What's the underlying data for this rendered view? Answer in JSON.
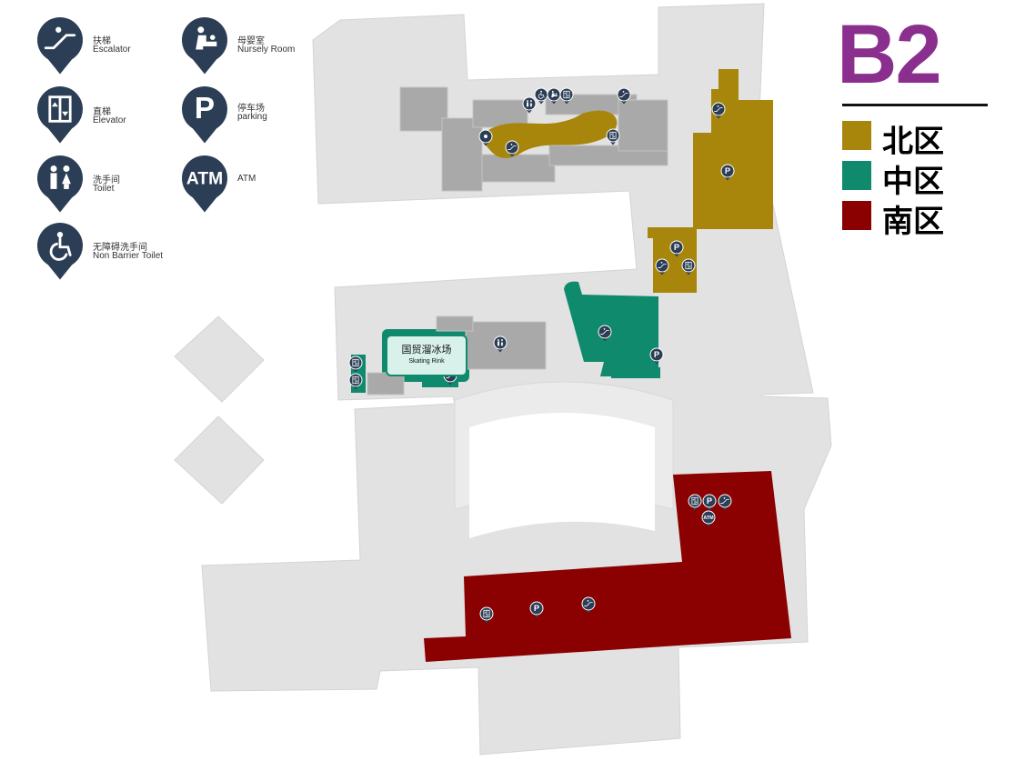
{
  "legend": [
    {
      "name_cn": "扶梯",
      "name_en": "Escalator",
      "icon": "escalator-icon"
    },
    {
      "name_cn": "母婴室",
      "name_en": "Nursely Room",
      "icon": "nursery-room-icon"
    },
    {
      "name_cn": "直梯",
      "name_en": "Elevator",
      "icon": "elevator-icon"
    },
    {
      "name_cn": "停车场",
      "name_en": "parking",
      "icon": "parking-icon",
      "glyph": "P"
    },
    {
      "name_cn": "洗手间",
      "name_en": "Toilet",
      "icon": "toilet-icon"
    },
    {
      "name_cn": "",
      "name_en": "ATM",
      "icon": "atm-icon",
      "glyph": "ATM"
    },
    {
      "name_cn": "无障碍洗手间",
      "name_en": "Non Barrier Toilet",
      "icon": "accessible-toilet-icon"
    }
  ],
  "floor": "B2",
  "zones": [
    {
      "label": "北区",
      "color": "#a8860b"
    },
    {
      "label": "中区",
      "color": "#0f8a6c"
    },
    {
      "label": "南区",
      "color": "#8b0000"
    }
  ],
  "rink": {
    "name_cn": "国贸溜冰场",
    "name_en": "Skating Rink"
  },
  "colors": {
    "pin": "#2c3e55",
    "base_gray": "#e2e2e2",
    "building_gray": "#a9a9a9"
  },
  "markers": [
    {
      "icon": "toilet-icon"
    },
    {
      "icon": "accessible-toilet-icon"
    },
    {
      "icon": "nursery-room-icon"
    },
    {
      "icon": "elevator-icon"
    },
    {
      "icon": "escalator-icon"
    },
    {
      "icon": "atm-icon"
    },
    {
      "icon": "escalator-icon"
    },
    {
      "icon": "elevator-icon"
    },
    {
      "icon": "escalator-icon"
    },
    {
      "icon": "parking-icon",
      "glyph": "P"
    },
    {
      "icon": "parking-icon",
      "glyph": "P"
    },
    {
      "icon": "escalator-icon"
    },
    {
      "icon": "elevator-icon"
    },
    {
      "icon": "escalator-icon"
    },
    {
      "icon": "parking-icon",
      "glyph": "P"
    },
    {
      "icon": "elevator-icon"
    },
    {
      "icon": "elevator-icon"
    },
    {
      "icon": "toilet-icon"
    },
    {
      "icon": "escalator-icon"
    },
    {
      "icon": "elevator-icon"
    },
    {
      "icon": "parking-icon",
      "glyph": "P"
    },
    {
      "icon": "escalator-icon"
    },
    {
      "icon": "atm-icon",
      "glyph": "ATM"
    },
    {
      "icon": "elevator-icon"
    },
    {
      "icon": "parking-icon",
      "glyph": "P"
    },
    {
      "icon": "escalator-icon"
    }
  ]
}
